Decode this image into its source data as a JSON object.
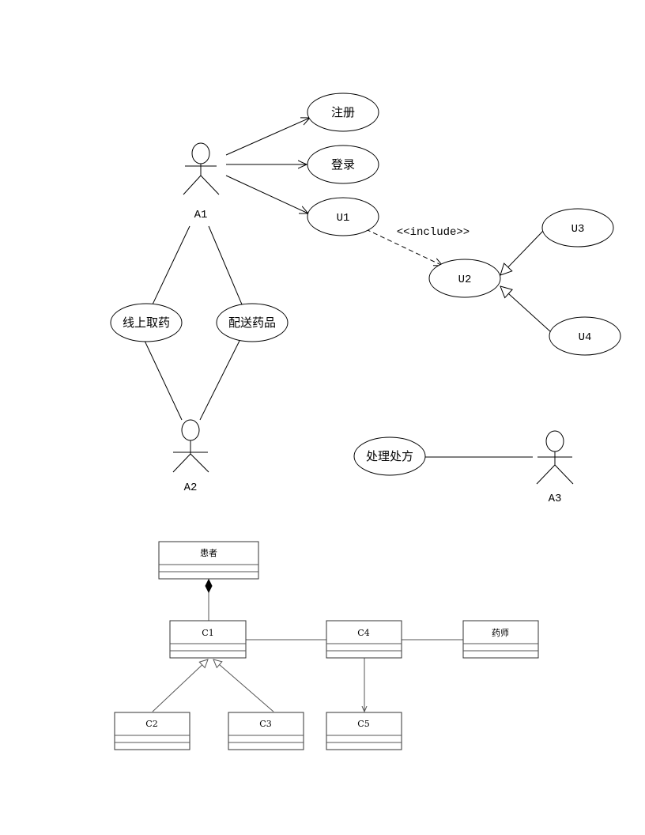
{
  "use_case_diagram": {
    "actors": [
      {
        "id": "A1",
        "label": "A1"
      },
      {
        "id": "A2",
        "label": "A2"
      },
      {
        "id": "A3",
        "label": "A3"
      }
    ],
    "use_cases": [
      {
        "id": "register",
        "label": "注册"
      },
      {
        "id": "login",
        "label": "登录"
      },
      {
        "id": "U1",
        "label": "U1"
      },
      {
        "id": "U2",
        "label": "U2"
      },
      {
        "id": "U3",
        "label": "U3"
      },
      {
        "id": "U4",
        "label": "U4"
      },
      {
        "id": "pickup",
        "label": "线上取药"
      },
      {
        "id": "delivery",
        "label": "配送药品"
      },
      {
        "id": "prescription",
        "label": "处理处方"
      }
    ],
    "include_label": "<<include>>"
  },
  "class_diagram": {
    "classes": [
      {
        "id": "patient",
        "label": "患者"
      },
      {
        "id": "C1",
        "label": "C1"
      },
      {
        "id": "C4",
        "label": "C4"
      },
      {
        "id": "pharmacist",
        "label": "药师"
      },
      {
        "id": "C2",
        "label": "C2"
      },
      {
        "id": "C3",
        "label": "C3"
      },
      {
        "id": "C5",
        "label": "C5"
      }
    ]
  }
}
